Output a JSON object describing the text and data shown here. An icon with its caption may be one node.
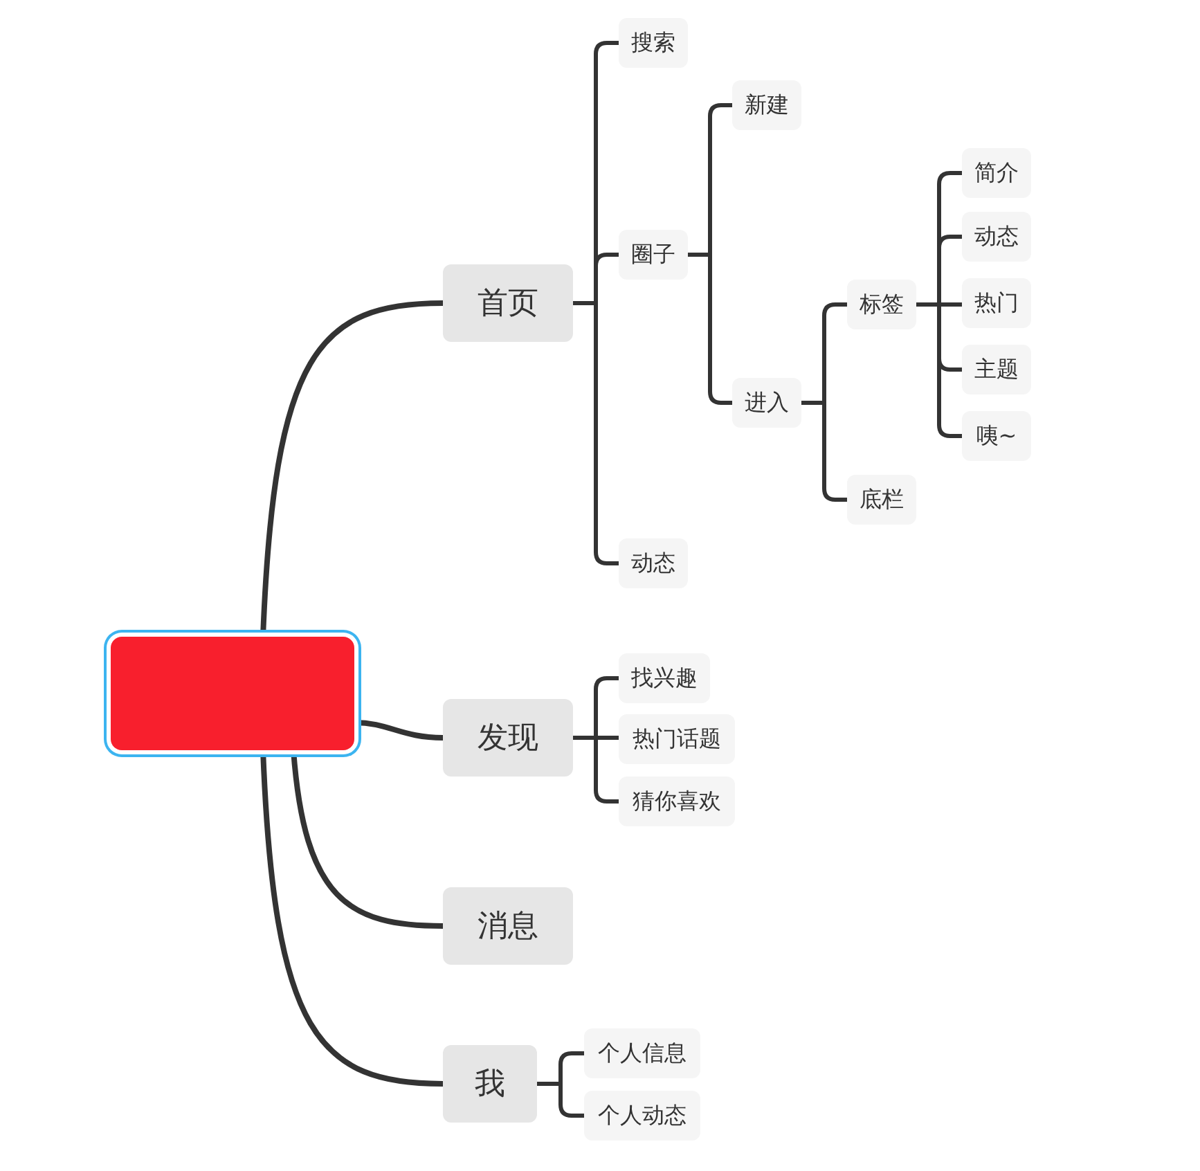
{
  "diagram": {
    "nodes": [
      {
        "text": [],
        "shape": "box"
      },
      {
        "text": [
          "首页"
        ]
      },
      {
        "text": [
          "搜索"
        ]
      },
      {
        "text": [
          "圈子"
        ]
      },
      {
        "text": [
          "新建"
        ]
      },
      {
        "text": [
          "进入"
        ]
      },
      {
        "text": [
          "标签"
        ]
      },
      {
        "text": [
          "简介"
        ]
      },
      {
        "text": [
          "动态"
        ]
      },
      {
        "text": [
          "热门"
        ]
      },
      {
        "text": [
          "主题"
        ]
      },
      {
        "text": [
          "咦~"
        ]
      },
      {
        "text": [
          "底栏"
        ]
      },
      {
        "text": [
          "动态"
        ]
      },
      {
        "text": [
          "发现"
        ]
      },
      {
        "text": [
          "找兴趣"
        ]
      },
      {
        "text": [
          "热门话题"
        ]
      },
      {
        "text": [
          "猜你喜欢"
        ]
      },
      {
        "text": [
          "消息"
        ]
      },
      {
        "text": [
          "我"
        ]
      },
      {
        "text": [
          "个人信息"
        ]
      },
      {
        "text": [
          "个人动态"
        ]
      }
    ],
    "edges": [
      {
        "from": 0,
        "to": 1,
        "arrow": "none"
      },
      {
        "from": 1,
        "to": 2,
        "arrow": "none"
      },
      {
        "from": 1,
        "to": 3,
        "arrow": "none"
      },
      {
        "from": 1,
        "to": 13,
        "arrow": "none"
      },
      {
        "from": 3,
        "to": 4,
        "arrow": "none"
      },
      {
        "from": 3,
        "to": 5,
        "arrow": "none"
      },
      {
        "from": 5,
        "to": 6,
        "arrow": "none"
      },
      {
        "from": 5,
        "to": 12,
        "arrow": "none"
      },
      {
        "from": 6,
        "to": 7,
        "arrow": "none"
      },
      {
        "from": 6,
        "to": 8,
        "arrow": "none"
      },
      {
        "from": 6,
        "to": 9,
        "arrow": "none"
      },
      {
        "from": 6,
        "to": 10,
        "arrow": "none"
      },
      {
        "from": 6,
        "to": 11,
        "arrow": "none"
      },
      {
        "from": 0,
        "to": 14,
        "arrow": "none"
      },
      {
        "from": 14,
        "to": 15,
        "arrow": "none"
      },
      {
        "from": 14,
        "to": 16,
        "arrow": "none"
      },
      {
        "from": 14,
        "to": 17,
        "arrow": "none"
      },
      {
        "from": 0,
        "to": 18,
        "arrow": "none"
      },
      {
        "from": 0,
        "to": 19,
        "arrow": "none"
      },
      {
        "from": 19,
        "to": 20,
        "arrow": "none"
      },
      {
        "from": 19,
        "to": 21,
        "arrow": "none"
      }
    ]
  }
}
